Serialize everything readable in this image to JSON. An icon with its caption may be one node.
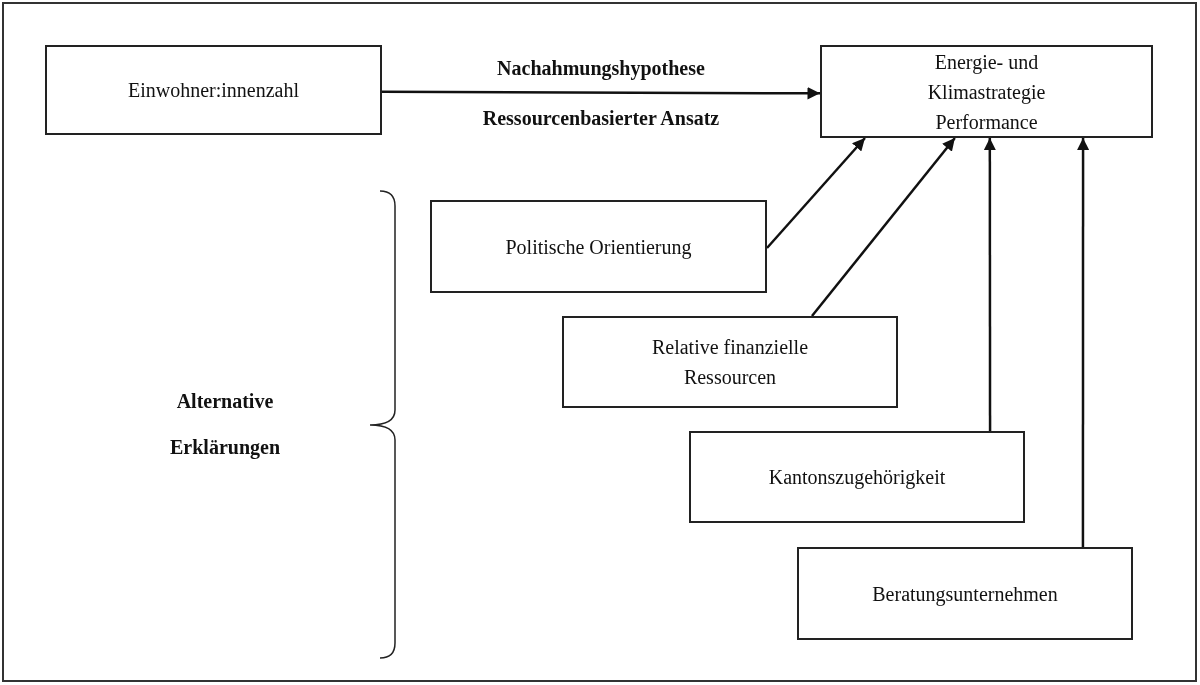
{
  "diagram": {
    "nodes": [
      {
        "text": [
          "Einwohner:innenzahl"
        ]
      },
      {
        "text": [
          "Energie- und Klimastrategie Performance"
        ]
      },
      {
        "text": [
          "Politische Orientierung"
        ]
      },
      {
        "text": [
          "Relative finanzielle Ressourcen"
        ]
      },
      {
        "text": [
          "Kantonszugehörigkeit"
        ]
      },
      {
        "text": [
          "Beratungsunternehmen"
        ]
      }
    ],
    "edges": [
      {
        "from": 0,
        "to": 1,
        "arrow": "to",
        "label": "Nachahmungshypothese"
      },
      {
        "from": 2,
        "to": 1,
        "arrow": "to"
      },
      {
        "from": 3,
        "to": 1,
        "arrow": "to"
      },
      {
        "from": 4,
        "to": 1,
        "arrow": "to"
      },
      {
        "from": 5,
        "to": 1,
        "arrow": "to"
      }
    ],
    "labels": [
      "Ressourcenbasierter Ansatz",
      "Alternative Erklärungen"
    ]
  }
}
